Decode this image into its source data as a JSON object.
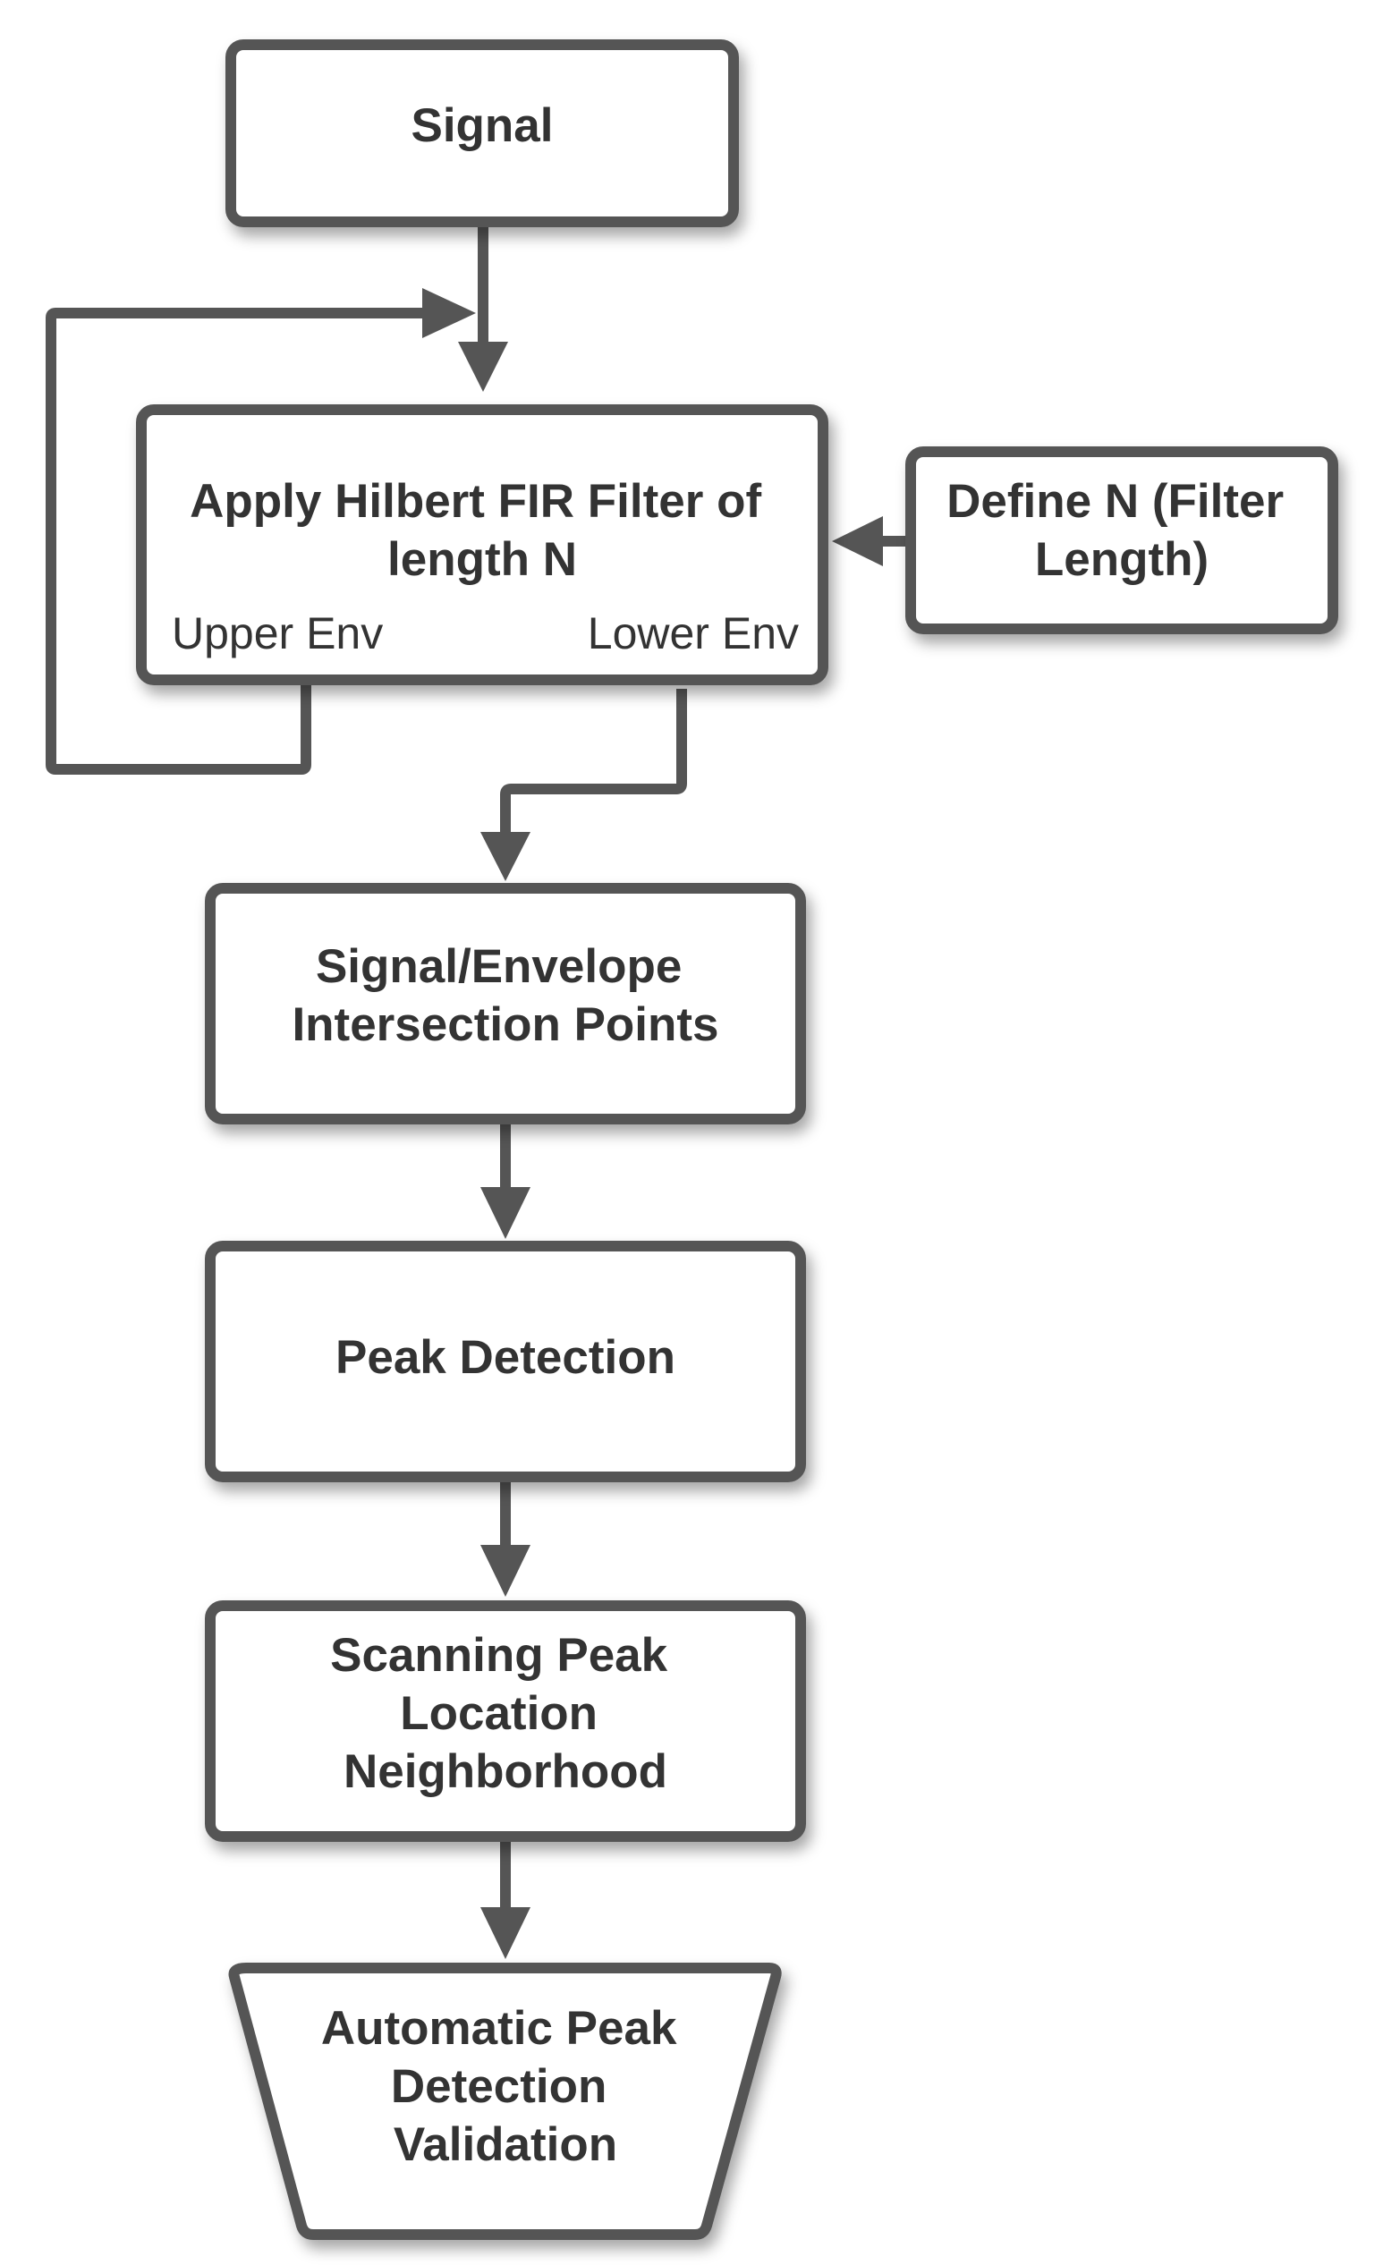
{
  "nodes": {
    "signal": {
      "lines": [
        "Signal"
      ]
    },
    "hilbert": {
      "lines": [
        "Apply Hilbert FIR Filter of",
        "length N"
      ],
      "upper_env": "Upper Env",
      "lower_env": "Lower Env"
    },
    "define_n": {
      "lines": [
        "Define N (Filter",
        "Length)"
      ]
    },
    "intersection": {
      "lines": [
        "Signal/Envelope",
        "Intersection Points"
      ]
    },
    "peak_detection": {
      "lines": [
        "Peak Detection"
      ]
    },
    "scanning": {
      "lines": [
        "Scanning Peak",
        "Location",
        "Neighborhood"
      ]
    },
    "validation": {
      "lines": [
        "Automatic Peak",
        "Detection",
        "Validation"
      ]
    }
  },
  "colors": {
    "stroke": "#555555",
    "text": "#333333",
    "fill": "#ffffff"
  }
}
